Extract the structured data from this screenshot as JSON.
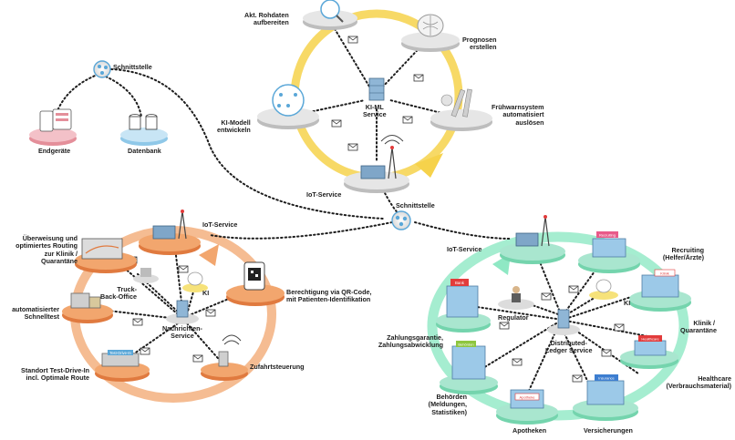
{
  "top_cluster": {
    "data_prep": "Akt. Rohdaten\naufbereiten",
    "forecast": "Prognosen\nerstellen",
    "ml_model": "KI-Modell\nentwickeln",
    "ml_service": "KI-ML\nService",
    "early_warning": "Frühwarnsystem\nautomatisiert\nauslösen",
    "iot_service": "IoT-Service"
  },
  "left_top": {
    "interface": "Schnittstelle",
    "devices": "Endgeräte",
    "database": "Datenbank"
  },
  "center": {
    "interface": "Schnittstelle"
  },
  "left_cluster": {
    "iot_service": "IoT-Service",
    "routing": "Überweisung und\noptimiertes Routing\nzur Klinik /\nQuarantäne",
    "truck_back_office": "Truck-\nBack-Office",
    "ai": "KI",
    "qr_permission": "Berechtigung via QR-Code,\nmit Patienten-Identifikation",
    "rapid_test": "automatisierter\nSchnelltest",
    "message_service": "Nachrichten-\nService",
    "test_drive_in": "Standort Test-Drive-In\nincl. Optimale Route",
    "access_control": "Zufahrtsteuerung",
    "drive_in_sign": "Test-Drive-In"
  },
  "right_cluster": {
    "iot_service": "IoT-Service",
    "recruiting": "Recruiting\n(Helfer/Ärzte)",
    "regulator": "Regulator",
    "ai": "KI",
    "clinic": "Klinik /\nQuarantäne",
    "payment": "Zahlungsgarantie,\nZahlungsabwicklung",
    "ledger": "Distributed-\nLedger Service",
    "healthcare": "Healthcare\n(Verbrauchsmaterial)",
    "authorities": "Behörden\n(Meldungen,\nStatistiken)",
    "pharmacies": "Apotheken",
    "insurance": "Versicherungen",
    "sign_bank": "Bank",
    "sign_recruiting": "Recruiting",
    "sign_klinik": "Klinik",
    "sign_healthcare": "Healthcare",
    "sign_insurance": "Insurance",
    "sign_behoerden": "Behörden",
    "sign_apotheke": "Apotheke"
  },
  "colors": {
    "top_loop": "#f6d24b",
    "left_loop": "#f2a66e",
    "right_loop": "#8fe8c4",
    "platform_top": "#c9c9c9",
    "platform_left": "#e58a55",
    "platform_right": "#a9e6cf",
    "accent_blue": "#5aa7d8"
  }
}
